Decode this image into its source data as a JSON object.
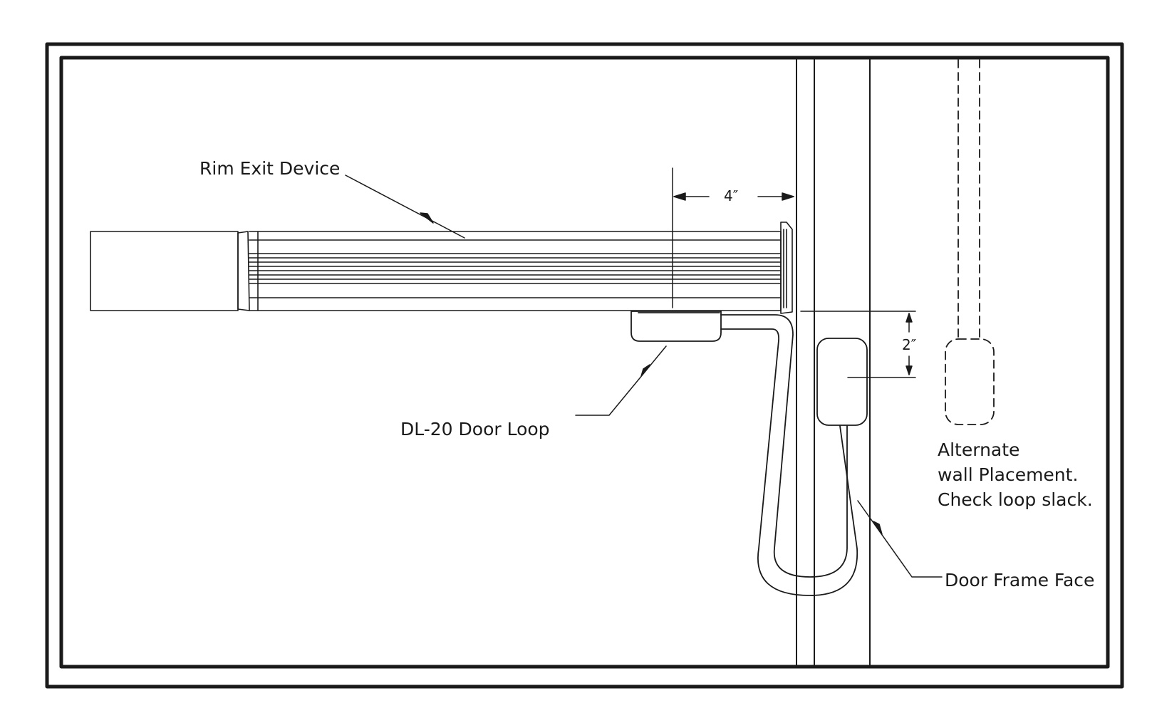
{
  "labels": {
    "rim_exit_device": "Rim Exit Device",
    "door_loop": "DL-20 Door Loop",
    "door_frame_face": "Door Frame Face",
    "alternate_placement": [
      "Alternate",
      "wall Placement.",
      "Check loop slack."
    ]
  },
  "dimensions": {
    "horizontal": "4″",
    "vertical": "2″"
  },
  "colors": {
    "line": "#1a1a1a",
    "background": "#ffffff"
  }
}
